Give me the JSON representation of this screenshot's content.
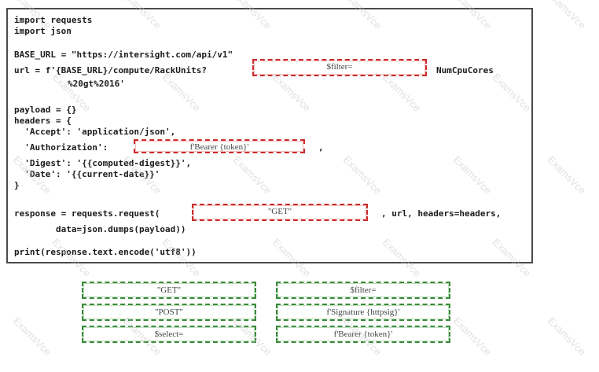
{
  "code_lines": [
    "import requests",
    "import json",
    "BASE_URL = \"https://intersight.com/api/v1\"",
    "url = f'{BASE_URL}/compute/RackUnits?",
    "NumCpuCores",
    "%20gt%2016'",
    "payload = {}",
    "headers = {",
    "  'Accept': 'application/json',",
    "  'Authorization':",
    ",",
    "  'Digest': '{{computed-digest}}',",
    "  'Date': '{{current-date}}'",
    "}",
    "response = requests.request(",
    ", url, headers=headers,",
    "        data=json.dumps(payload))",
    "print(response.text.encode('utf8'))"
  ],
  "slots": {
    "filter_slot": "$filter=",
    "auth_slot": "f'Bearer {token}'",
    "method_slot": "\"GET\""
  },
  "choices": [
    "\"GET\"",
    "$filter=",
    "\"POST\"",
    "f'Signature {httpsig}'",
    "$select=",
    "f'Bearer {token}'"
  ],
  "watermark_text": "ExamsVce"
}
